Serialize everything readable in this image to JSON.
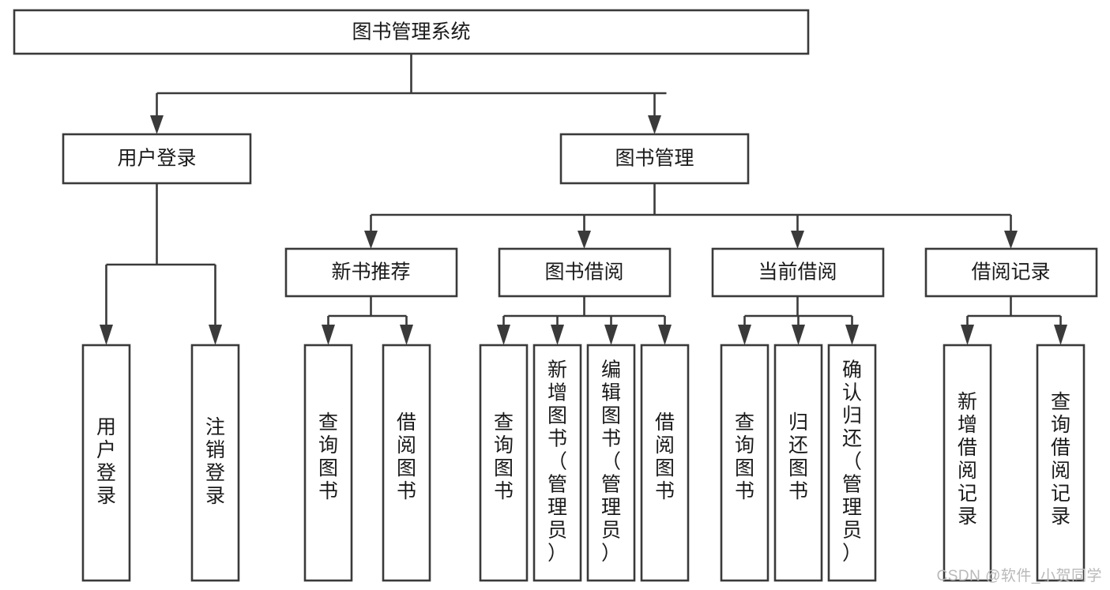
{
  "diagram": {
    "title": "图书管理系统",
    "type": "tree-hierarchy",
    "watermark": "CSDN @软件_小贺同学",
    "root": {
      "id": "root",
      "label": "图书管理系统"
    },
    "level1": [
      {
        "id": "user-login",
        "label": "用户登录"
      },
      {
        "id": "book-management",
        "label": "图书管理"
      }
    ],
    "level2": [
      {
        "id": "new-book-recommend",
        "label": "新书推荐",
        "parent": "book-management"
      },
      {
        "id": "book-borrow",
        "label": "图书借阅",
        "parent": "book-management"
      },
      {
        "id": "current-borrow",
        "label": "当前借阅",
        "parent": "book-management"
      },
      {
        "id": "borrow-record",
        "label": "借阅记录",
        "parent": "book-management"
      }
    ],
    "leaves": [
      {
        "id": "leaf-user-login",
        "parent": "user-login",
        "label": "用户登录",
        "chars": [
          "用",
          "户",
          "登",
          "录"
        ]
      },
      {
        "id": "leaf-user-logout",
        "parent": "user-login",
        "label": "注销登录",
        "chars": [
          "注",
          "销",
          "登",
          "录"
        ]
      },
      {
        "id": "leaf-query-book-1",
        "parent": "new-book-recommend",
        "label": "查询图书",
        "chars": [
          "查",
          "询",
          "图",
          "书"
        ]
      },
      {
        "id": "leaf-borrow-book-1",
        "parent": "new-book-recommend",
        "label": "借阅图书",
        "chars": [
          "借",
          "阅",
          "图",
          "书"
        ]
      },
      {
        "id": "leaf-query-book-2",
        "parent": "book-borrow",
        "label": "查询图书",
        "chars": [
          "查",
          "询",
          "图",
          "书"
        ]
      },
      {
        "id": "leaf-add-book",
        "parent": "book-borrow",
        "label": "新增图书（管理员）",
        "chars": [
          "新",
          "增",
          "图",
          "书",
          "（",
          "管",
          "理",
          "员",
          "）"
        ]
      },
      {
        "id": "leaf-edit-book",
        "parent": "book-borrow",
        "label": "编辑图书（管理员）",
        "chars": [
          "编",
          "辑",
          "图",
          "书",
          "（",
          "管",
          "理",
          "员",
          "）"
        ]
      },
      {
        "id": "leaf-borrow-book-2",
        "parent": "book-borrow",
        "label": "借阅图书",
        "chars": [
          "借",
          "阅",
          "图",
          "书"
        ]
      },
      {
        "id": "leaf-query-book-3",
        "parent": "current-borrow",
        "label": "查询图书",
        "chars": [
          "查",
          "询",
          "图",
          "书"
        ]
      },
      {
        "id": "leaf-return-book",
        "parent": "current-borrow",
        "label": "归还图书",
        "chars": [
          "归",
          "还",
          "图",
          "书"
        ]
      },
      {
        "id": "leaf-confirm-return",
        "parent": "current-borrow",
        "label": "确认归还（管理员）",
        "chars": [
          "确",
          "认",
          "归",
          "还",
          "（",
          "管",
          "理",
          "员",
          "）"
        ]
      },
      {
        "id": "leaf-add-record",
        "parent": "borrow-record",
        "label": "新增借阅记录",
        "chars": [
          "新",
          "增",
          "借",
          "阅",
          "记",
          "录"
        ]
      },
      {
        "id": "leaf-query-record",
        "parent": "borrow-record",
        "label": "查询借阅记录",
        "chars": [
          "查",
          "询",
          "借",
          "阅",
          "记",
          "录"
        ]
      }
    ],
    "colors": {
      "stroke": "#3a3a3a",
      "fill": "#ffffff",
      "text": "#1a1a1a",
      "watermark": "#b9b9b9",
      "background": "#ffffff"
    }
  }
}
